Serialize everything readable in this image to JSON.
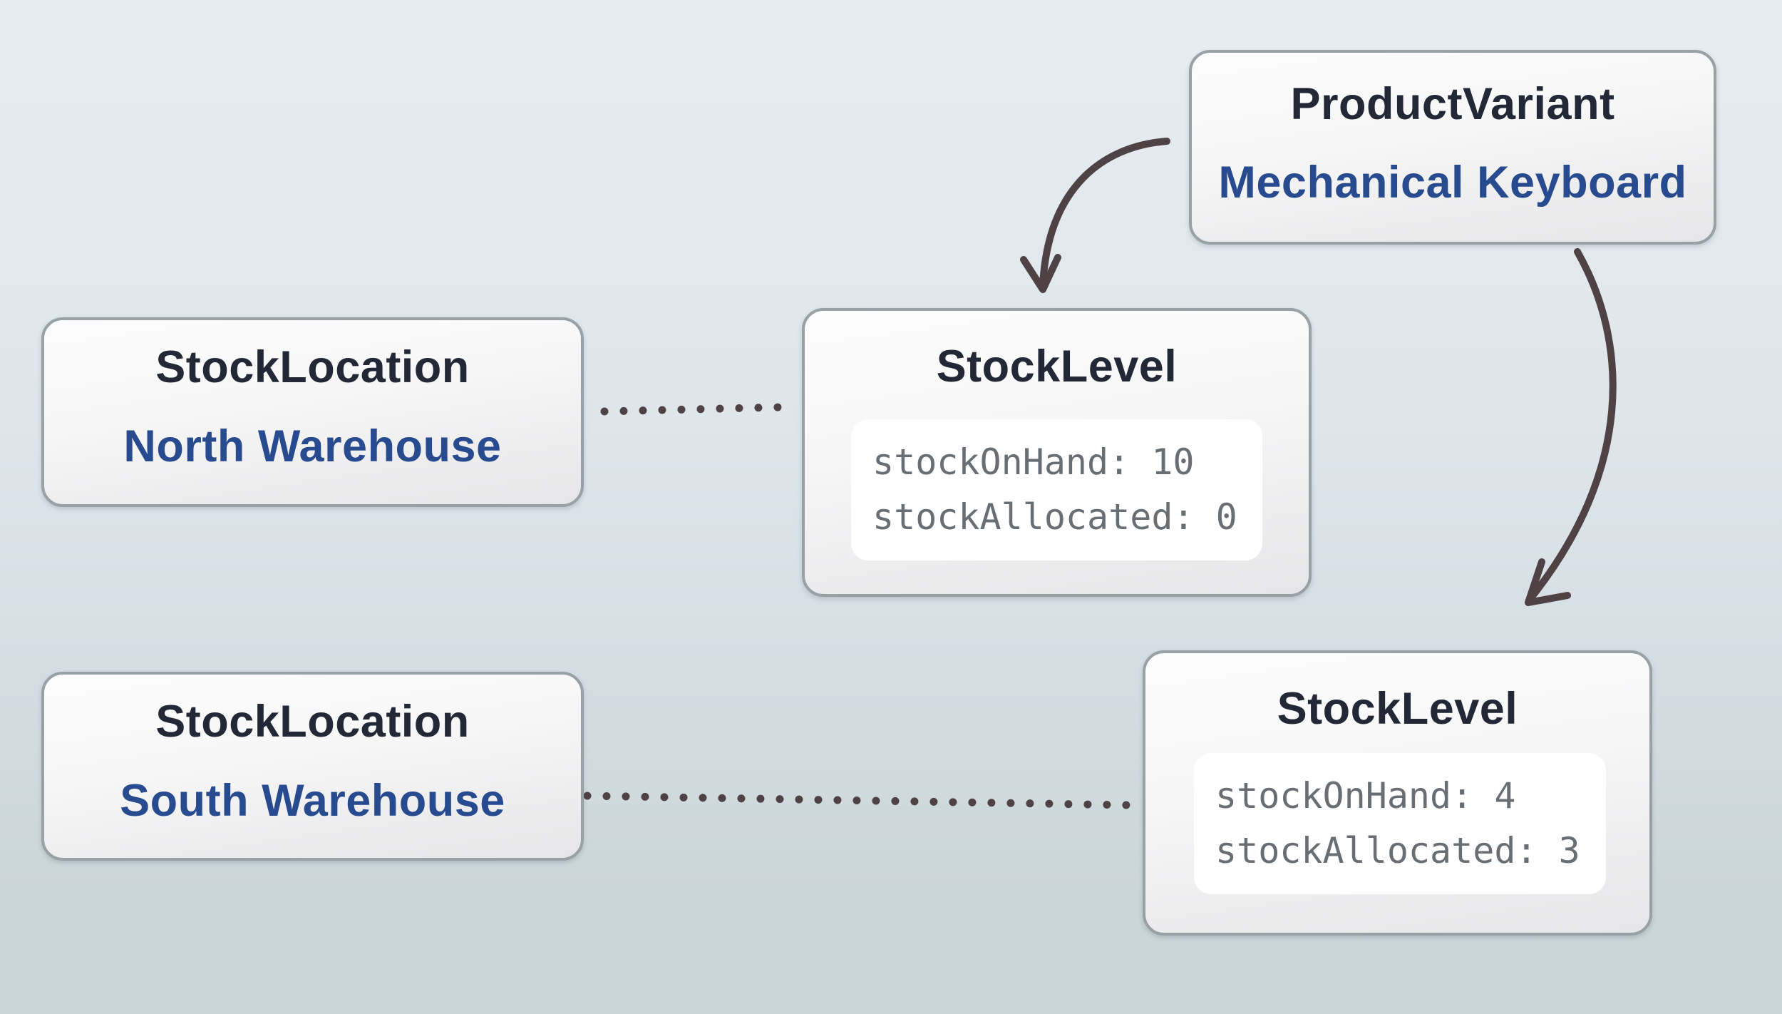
{
  "colors": {
    "background_top": "#e7edf2",
    "background_bottom": "#cbd6da",
    "node_border": "#98a1a6",
    "node_title": "#222836",
    "node_subtitle_blue": "#274b8e",
    "mono_text": "#686e74",
    "connector": "#4e4244"
  },
  "nodes": {
    "product_variant": {
      "title": "ProductVariant",
      "subtitle": "Mechanical Keyboard"
    },
    "stock_location_north": {
      "title": "StockLocation",
      "subtitle": "North Warehouse"
    },
    "stock_location_south": {
      "title": "StockLocation",
      "subtitle": "South Warehouse"
    },
    "stock_level_north": {
      "title": "StockLevel",
      "fields": [
        "stockOnHand: 10",
        "stockAllocated: 0"
      ]
    },
    "stock_level_south": {
      "title": "StockLevel",
      "fields": [
        "stockOnHand: 4",
        "stockAllocated: 3"
      ]
    }
  }
}
